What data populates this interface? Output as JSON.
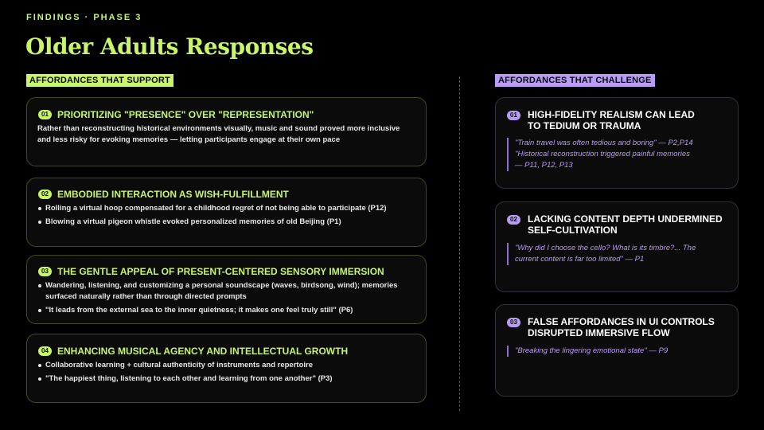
{
  "header": {
    "kicker": "FINDINGS · PHASE 3",
    "title": "Older Adults Responses"
  },
  "colors": {
    "background": "#000000",
    "support_accent": "#c8f56a",
    "challenge_accent": "#b89cf5"
  },
  "support": {
    "label": "AFFORDANCES THAT SUPPORT",
    "cards": [
      {
        "number": "01",
        "title": "PRIORITIZING \"PRESENCE\" OVER \"REPRESENTATION\"",
        "body": "Rather than reconstructing historical environments visually, music and sound proved more inclusive and less risky for evoking memories — letting participants engage at their own pace"
      },
      {
        "number": "02",
        "title": "EMBODIED INTERACTION AS WISH-FULFILLMENT",
        "bullets": [
          "Rolling a virtual hoop compensated for a childhood regret of not being able to participate (P12)",
          "Blowing a virtual pigeon whistle evoked personalized memories of old Beijing (P1)"
        ]
      },
      {
        "number": "03",
        "title": "THE GENTLE APPEAL OF PRESENT-CENTERED SENSORY IMMERSION",
        "bullets": [
          "Wandering, listening, and customizing a personal soundscape (waves, birdsong, wind); memories surfaced naturally rather than through directed prompts",
          "\"It leads from the external sea to the inner quietness; it makes one feel truly still\" (P6)"
        ]
      },
      {
        "number": "04",
        "title": "ENHANCING MUSICAL AGENCY AND INTELLECTUAL GROWTH",
        "bullets": [
          "Collaborative learning + cultural authenticity of instruments and repertoire",
          " \"The happiest thing, listening to each other and learning from one another\" (P3)"
        ]
      }
    ]
  },
  "challenge": {
    "label": "AFFORDANCES THAT CHALLENGE",
    "cards": [
      {
        "number": "01",
        "title_lines": [
          "HIGH-FIDELITY REALISM CAN LEAD",
          "TO TEDIUM OR TRAUMA"
        ],
        "quote_lines": [
          "\"Train travel was often tedious and boring\" — P2,P14",
          "\"Historical reconstruction triggered painful memories",
          "— P11, P12, P13"
        ]
      },
      {
        "number": "02",
        "title_lines": [
          "LACKING CONTENT DEPTH UNDERMINED",
          "SELF-CULTIVATION"
        ],
        "quote_lines": [
          "\"Why did I choose the cello? What is its timbre?... The",
          "current content is far too limited\" — P1"
        ]
      },
      {
        "number": "03",
        "title_lines": [
          "FALSE AFFORDANCES IN UI CONTROLS",
          "DISRUPTED IMMERSIVE FLOW"
        ],
        "quote_lines": [
          "\"Breaking the lingering emotional state\" — P9"
        ]
      }
    ]
  }
}
